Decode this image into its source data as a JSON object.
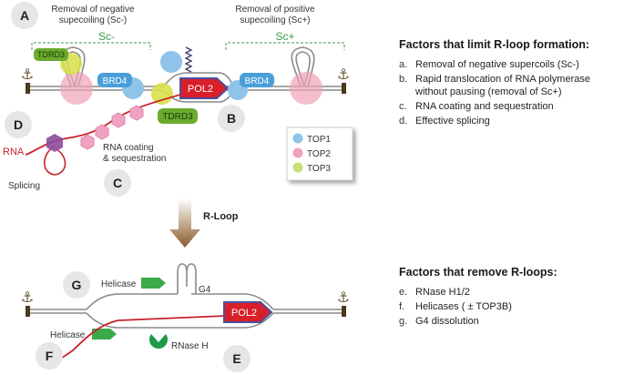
{
  "labels": {
    "A": "A",
    "B": "B",
    "C": "C",
    "D": "D",
    "E": "E",
    "F": "F",
    "G": "G",
    "removal_neg": [
      "Removal of negative",
      "supecoiling (Sc-)"
    ],
    "removal_pos": [
      "Removal of positive",
      "supecoiling (Sc+)"
    ],
    "sc_minus": "Sc-",
    "sc_plus": "Sc+",
    "tdrd3": "TDRD3",
    "brd4": "BRD4",
    "pol2": "POL2",
    "rna": "RNA",
    "rna_coating": [
      "RNA coating",
      "& sequestration"
    ],
    "splicing": "Splicing",
    "rloop": "R-Loop",
    "helicase": "Helicase",
    "g4": "G4",
    "rnase_h": "RNase H"
  },
  "legend": [
    {
      "label": "TOP1",
      "color": "#8fc3ea"
    },
    {
      "label": "TOP2",
      "color": "#f0a3b8"
    },
    {
      "label": "TOP3",
      "color": "#c6e07a"
    }
  ],
  "limit_panel": {
    "title": "Factors that limit R-loop formation:",
    "items": [
      {
        "marker": "a.",
        "text": "Removal of negative supercoils (Sc-)"
      },
      {
        "marker": "b.",
        "text": "Rapid translocation of RNA polymerase without pausing (removal of Sc+)"
      },
      {
        "marker": "c.",
        "text": "RNA coating and sequestration"
      },
      {
        "marker": "d.",
        "text": "Effective splicing"
      }
    ]
  },
  "remove_panel": {
    "title": "Factors that remove R-loops:",
    "items": [
      {
        "marker": "e.",
        "text": "RNase H1/2"
      },
      {
        "marker": "f.",
        "text": "Helicases ( ± TOP3B)"
      },
      {
        "marker": "g.",
        "text": "G4 dissolution"
      }
    ]
  },
  "colors": {
    "dna": "#8a8a8a",
    "anchor": "#6b5a3a",
    "rna": "#c8202c",
    "pol2": "#d81f2a",
    "pol2_border": "#4b4fa0",
    "brd4": "#4a9fd8",
    "tdrd3": "#6aab2e",
    "helicase": "#3aaa4a",
    "rnase": "#1e9a4a",
    "sc_bracket": "#3a9a4a",
    "hexagon": "#f0a3c0",
    "splice": "#8b4a9a",
    "arrow": "#8a5a2a"
  }
}
